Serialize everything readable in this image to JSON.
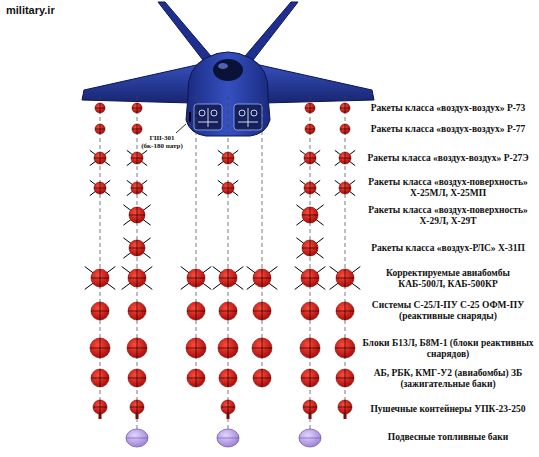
{
  "diagram": {
    "labels": [
      "military.ir",
      "ГШ-301 (бк-180 патр)",
      "Ракеты класса «воздух-воздух» Р-73",
      "Ракеты класса «воздух-воздух» Р-77",
      "Ракеты класса «воздух-воздух» Р-27Э",
      "Ракеты класса «воздух-поверхность» Х-25МЛ, Х-25МП",
      "Ракеты класса «воздух-поверхность» Х-29Л, Х-29Т",
      "Ракеты класса «воздух-РЛС» Х-31П",
      "Корректируемые авиабомбы КАБ-500Л, КАБ-500КР",
      "Системы С-25Л-ПУ С-25 ОФМ-ПУ (реактивные снаряды)",
      "Блоки Б13Л, Б8М-1 (блоки реактивных снарядов)",
      "АБ, РБК, КМГ-У2 (авиабомбы) ЗБ (зажигательные баки)",
      "Пушечные контейнеры УПК-23-250",
      "Подвесные топливные баки"
    ]
  }
}
